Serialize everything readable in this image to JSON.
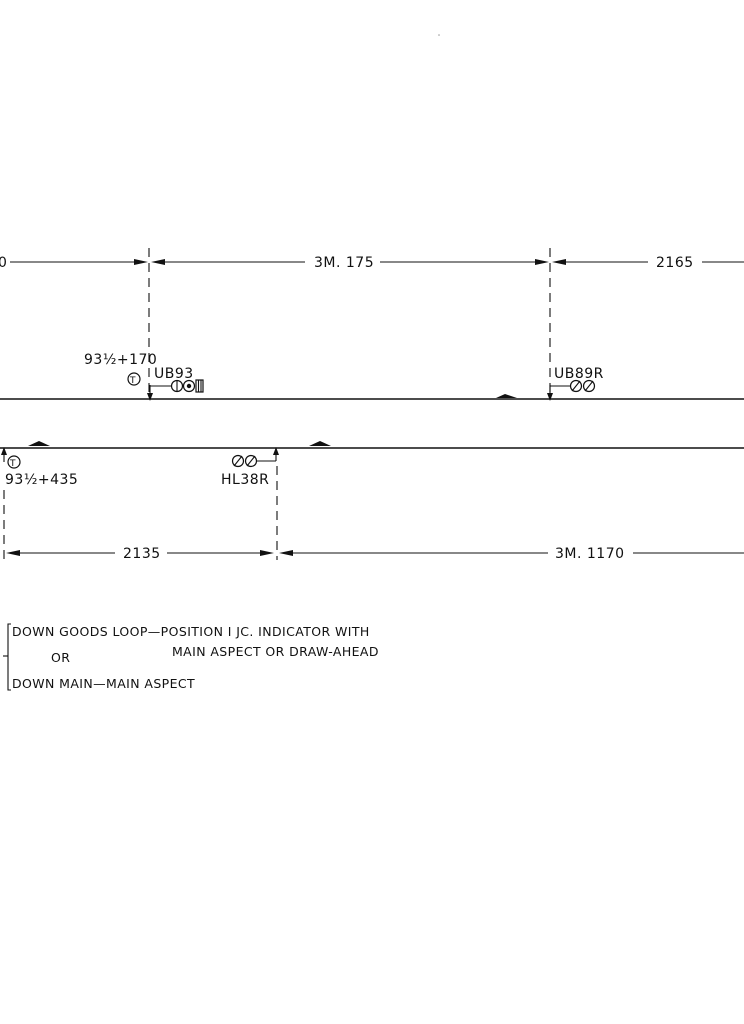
{
  "dimensions": {
    "top_left": "0",
    "top_middle": "3M. 175",
    "top_right": "2165",
    "bottom_left": "2135",
    "bottom_right": "3M. 1170"
  },
  "signals": {
    "ub93_label": "UB93",
    "ub89r_label": "UB89R",
    "hl38r_label": "HL38R"
  },
  "telephones": {
    "up_location": "93½+170",
    "down_location": "93½+435",
    "symbol_letter": "T"
  },
  "note": {
    "line1": "DOWN GOODS LOOP—POSITION I JC. INDICATOR WITH",
    "line2": "MAIN ASPECT OR DRAW-AHEAD",
    "line3": "OR",
    "line4": "DOWN MAIN—MAIN ASPECT"
  }
}
